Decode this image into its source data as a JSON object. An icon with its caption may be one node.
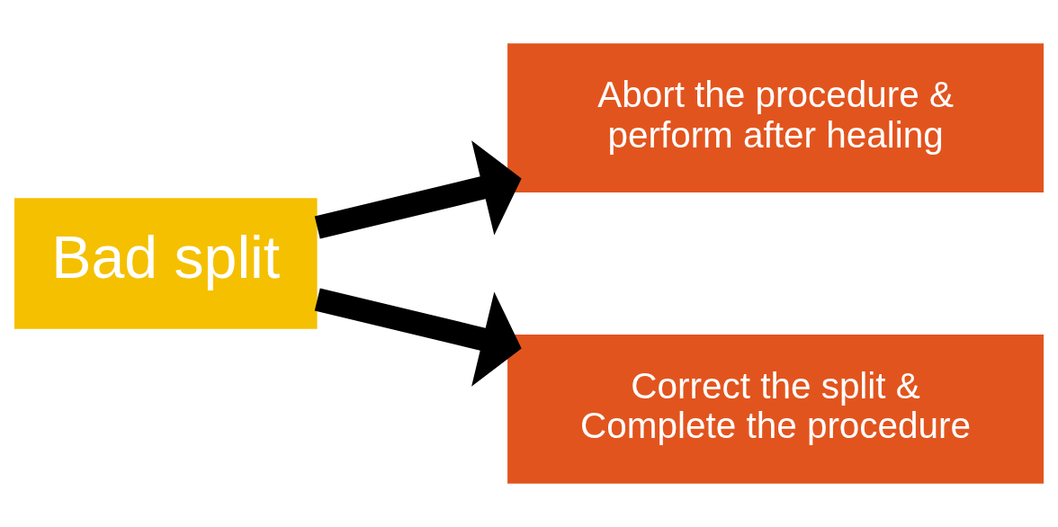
{
  "diagram": {
    "nodes": [
      {
        "text": [
          "Bad split"
        ]
      },
      {
        "text": [
          "Abort the procedure & perform after healing"
        ]
      },
      {
        "text": [
          "Correct the split & Complete the procedure"
        ]
      }
    ],
    "edges": [
      {
        "from": 0,
        "to": 1,
        "arrow": "to"
      },
      {
        "from": 0,
        "to": 2,
        "arrow": "to"
      }
    ]
  }
}
